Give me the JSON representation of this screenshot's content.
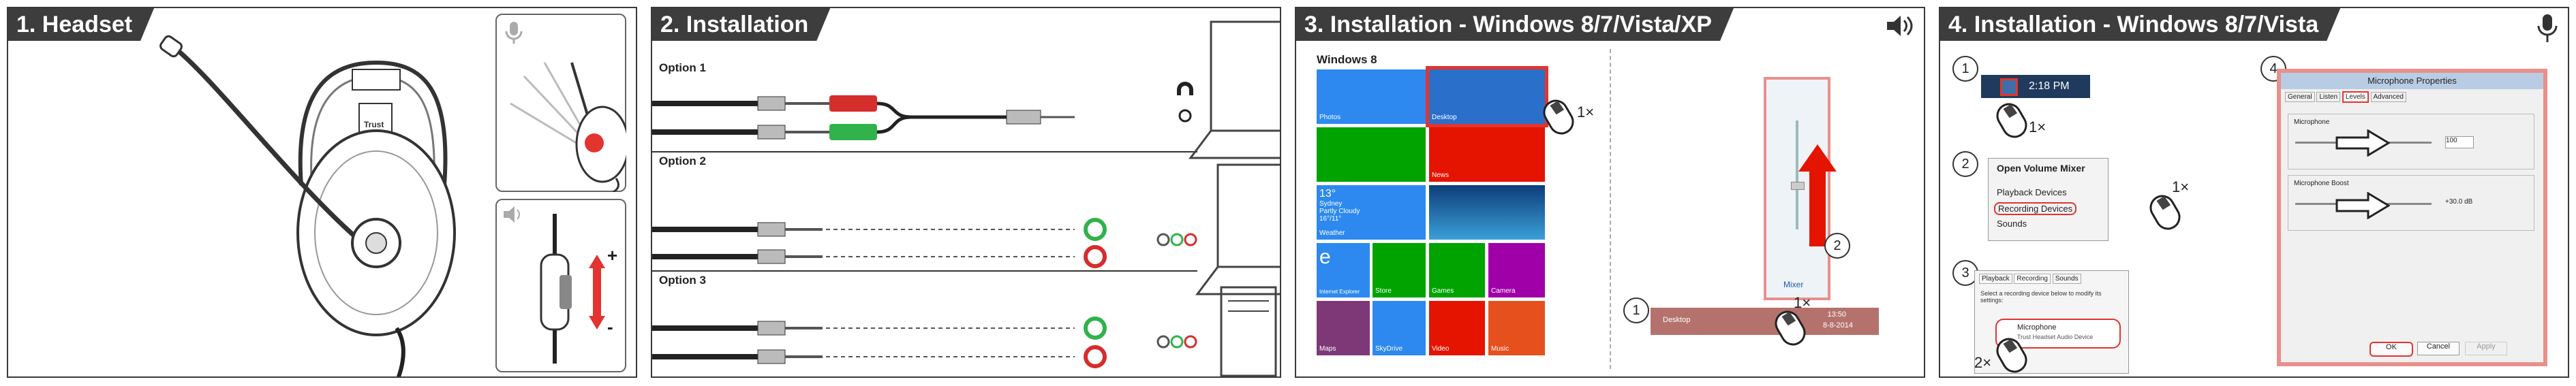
{
  "panels": [
    {
      "title": "1. Headset"
    },
    {
      "title": "2. Installation"
    },
    {
      "title": "3. Installation - Windows 8/7/Vista/XP"
    },
    {
      "title": "4. Installation - Windows 8/7/Vista"
    }
  ],
  "installation": {
    "option1": "Option 1",
    "option2": "Option 2",
    "option3": "Option 3"
  },
  "win8": {
    "heading": "Windows 8",
    "tiles": {
      "photos": "Photos",
      "desktop": "Desktop",
      "weather_temp": "13°",
      "weather_city": "Sydney",
      "weather_desc": "Partly Cloudy",
      "weather_range": "16°/11°",
      "weather": "Weather",
      "news": "News",
      "ie": "Internet Explorer",
      "store": "Store",
      "games": "Games",
      "camera": "Camera",
      "maps": "Maps",
      "skydrive": "SkyDrive",
      "video": "Video",
      "music": "Music"
    },
    "click_desktop": "1×",
    "mixer": "Mixer",
    "taskbar_desktop": "Desktop",
    "taskbar_time": "13:50",
    "taskbar_date": "8-8-2014",
    "click_taskbar": "1×",
    "step1": "1",
    "step2": "2"
  },
  "win7": {
    "step1": "1",
    "time": "2:18 PM",
    "click1": "1×",
    "step2": "2",
    "menu": [
      "Open Volume Mixer",
      "Playback Devices",
      "Recording Devices",
      "Sounds"
    ],
    "click2": "1×",
    "step3": "3",
    "rec_tabs": [
      "Playback",
      "Recording",
      "Sounds"
    ],
    "rec_hint": "Select a recording device below to modify its settings:",
    "rec_device": "Microphone",
    "rec_device_sub": "Trust Headset Audio Device",
    "click3": "2×",
    "step4": "4",
    "props_title": "Microphone Properties",
    "props_tabs": [
      "General",
      "Listen",
      "Levels",
      "Advanced"
    ],
    "mic_label": "Microphone",
    "mic_value": "100",
    "boost_label": "Microphone Boost",
    "boost_value": "+30.0 dB",
    "btn_ok": "OK",
    "btn_cancel": "Cancel",
    "btn_apply": "Apply"
  },
  "colors": {
    "title_bg": "#3d3d3d",
    "highlight": "#e3342f",
    "mic_green": "#2fb34a",
    "mic_red": "#d62d2d",
    "tile_blue": "#2d89ef",
    "tile_green": "#00a300",
    "tile_purple": "#7e3878",
    "tile_red": "#e51400"
  }
}
